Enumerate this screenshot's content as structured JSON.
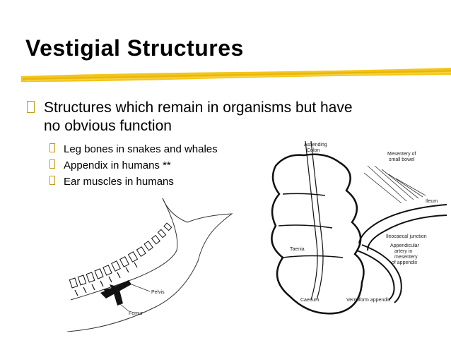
{
  "slide": {
    "title": "Vestigial Structures",
    "colors": {
      "accent": "#f2c20f",
      "bullet": "#c59a18",
      "text": "#000000"
    },
    "bullet_main": {
      "line1": "Structures which remain in organisms but have",
      "line2": "no obvious function"
    },
    "sub_bullets": [
      "Leg bones in snakes and whales",
      "Appendix in humans **",
      "Ear muscles in humans"
    ]
  },
  "whale_figure": {
    "labels": {
      "pelvis": "Pelvis",
      "femur": "Femur"
    }
  },
  "intestine_figure": {
    "labels": {
      "ascending_colon_1": "Ascending",
      "ascending_colon_2": "Colon",
      "mesentery_1": "Mesentery of",
      "mesentery_2": "small bowel",
      "ileum": "Ileum",
      "ileocaecal": "Ileocaecal junction",
      "appendicular_1": "Appendicular",
      "appendicular_2": "artery in",
      "appendicular_3": "mesentery",
      "appendicular_4": "of appendix",
      "taenia": "Taenia",
      "caecum": "Caecum",
      "vermiform": "Vermiform appendix"
    }
  }
}
